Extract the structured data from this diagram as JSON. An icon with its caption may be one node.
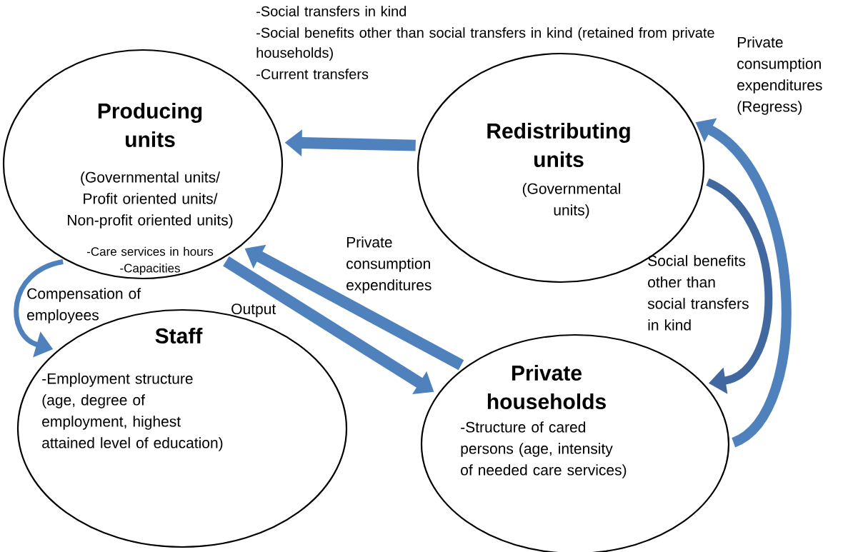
{
  "diagram": {
    "nodes": [
      {
        "text": [
          "Producing units",
          "(Governmental units/ Profit oriented units/ Non-profit oriented units)",
          "-Care services in hours",
          "-Capacities"
        ]
      },
      {
        "text": [
          "Redistributing units",
          "(Governmental units)"
        ]
      },
      {
        "text": [
          "Staff",
          "-Employment structure (age, degree of employment, highest attained level of education)"
        ]
      },
      {
        "text": [
          "Private households",
          "-Structure of cared persons (age, intensity of needed care services)"
        ]
      }
    ],
    "edges": [
      {
        "from": 1,
        "to": 0,
        "arrow": "to"
      },
      {
        "from": 0,
        "to": 2,
        "arrow": "to",
        "label": "Compensation of employees"
      },
      {
        "from": 3,
        "to": 0,
        "arrow": "to",
        "label": "Private consumption expenditures"
      },
      {
        "from": 0,
        "to": 3,
        "arrow": "to",
        "label": "Output"
      },
      {
        "from": 1,
        "to": 3,
        "arrow": "to",
        "label": "Social benefits other than social transfers in kind",
        "color": "#41699f"
      },
      {
        "from": 3,
        "to": 1,
        "arrow": "to",
        "label": "Private consumption expenditures (Regress)"
      }
    ],
    "labels": [
      "-Social transfers in kind",
      "-Social benefits other than social transfers in kind (retained from private households)",
      "-Current transfers"
    ]
  }
}
